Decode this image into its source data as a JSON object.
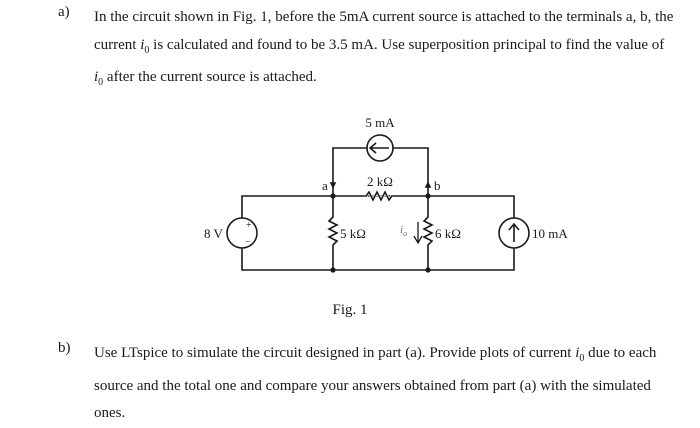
{
  "part_a": {
    "label": "a)",
    "text_1": "In the circuit shown in Fig. 1, before the 5mA current source is attached to the terminals a, b, the current ",
    "var": "i",
    "sub": "0",
    "text_2": " is calculated and found to be 3.5 mA. Use superposition principal to find the value of ",
    "var_2": "i",
    "sub_2": "0",
    "text_3": " after the current source is attached."
  },
  "figure": {
    "caption": "Fig. 1",
    "labels": {
      "source_5ma": "5 mA",
      "node_a": "a",
      "node_b": "b",
      "resistor_2k": "2 kΩ",
      "voltage_8v": "8 V",
      "resistor_5k": "5 kΩ",
      "current_io": "i",
      "current_io_sub": "o",
      "resistor_6k": "6 kΩ",
      "source_10ma": "10 mA",
      "plus": "+",
      "minus": "−"
    }
  },
  "part_b": {
    "label": "b)",
    "text_1": "Use LTspice to simulate the circuit designed in part (a). Provide plots of current ",
    "var": "i",
    "sub": "0",
    "text_2": " due to each source and the total one and compare your answers obtained from part (a) with the simulated ones."
  }
}
